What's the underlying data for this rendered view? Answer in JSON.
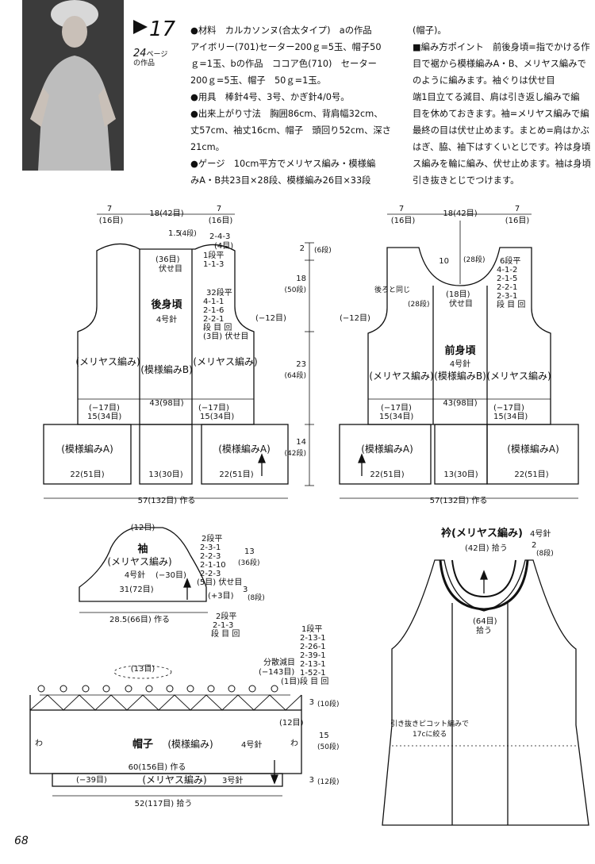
{
  "header": {
    "pattern_number": "17",
    "ref_page": "24",
    "ref_suffix": "ページ",
    "ref_suffix2": "の作品"
  },
  "instructions": [
    "●材料　カルカソンヌ(合太タイプ)　aの作品",
    "アイボリー(701)セーター200ｇ=5玉、帽子50",
    "ｇ=1玉、bの作品　ココア色(710)　セーター",
    "200ｇ=5玉、帽子　50ｇ=1玉。",
    "●用具　棒針4号、3号、かぎ針4/0号。",
    "●出来上がり寸法　胸囲86cm、背肩幅32cm、",
    "丈57cm、袖丈16cm、帽子　頭回り52cm、深さ",
    "21cm。",
    "●ゲージ　10cm平方でメリヤス編み・模様編",
    "みA・B共23目×28段、模様編み26目×33段"
  ],
  "instructions2": [
    "(帽子)。",
    "■編み方ポイント　前後身頃=指でかける作",
    "目で裾から模様編みA・B、メリヤス編みで",
    "のように編みます。袖ぐりは伏せ目",
    "端1目立てる減目、肩は引き返し編みで編",
    "目を休めておきます。袖=メリヤス編みで編",
    "最終の目は伏せ止めます。まとめ=肩はかぶ",
    "はぎ、脇、袖下はすくいとじです。衿は身頃",
    "ス編みを輪に編み、伏せ止めます。袖は身頃",
    "引き抜きとじでつけます。"
  ],
  "back": {
    "title": "後身頃",
    "needle": "4号針",
    "pattern_b": "(模様編みB)",
    "side_left": "(メリヤス編み)",
    "side_right": "(メリヤス編み)",
    "hem_left": "(模様編みA)",
    "hem_right": "(模様編みA)",
    "top_l1": "7",
    "top_l2": "(16目)",
    "top_mid": "18(42目)",
    "top_r1": "7",
    "top_r2": "(16目)",
    "neck_h": "1.5",
    "neck_h2": "(4段)",
    "shoulder1": "2-4-3",
    "shoulder2": "(4目)",
    "neck_a": "1段平",
    "neck_b": "1-1-3",
    "neck_bind1": "(36目)",
    "neck_bind2": "伏せ目",
    "arm1": "32段平",
    "arm2": "4-1-1",
    "arm3": "2-1-6",
    "arm4": "2-2-1",
    "arm5": "段 目 回",
    "arm6": "(3目) 伏せ目",
    "minus12": "(−12目)",
    "chest": "43(98目)",
    "m17l": "(−17目)",
    "m17r": "(−17目)",
    "w15l": "15(34目)",
    "w15r": "15(34目)",
    "hem_w1": "22(51目)",
    "hem_mid": "13(30目)",
    "hem_w2": "22(51目)",
    "total": "57(132目) 作る"
  },
  "vertical": {
    "v1": "2",
    "v1b": "(6段)",
    "v2": "18",
    "v2b": "(50段)",
    "v3": "23",
    "v3b": "(64段)",
    "v4": "14",
    "v4b": "(42段)"
  },
  "front": {
    "title": "前身頃",
    "needle": "4号針",
    "pattern_b": "(模様編みB)",
    "side_left": "(メリヤス編み)",
    "side_right": "(メリヤス編み)",
    "hem_left": "(模様編みA)",
    "hem_right": "(模様編みA)",
    "top_l1": "7",
    "top_l2": "(16目)",
    "top_mid": "18(42目)",
    "top_r1": "7",
    "top_r2": "(16目)",
    "same_as_back": "後ろと同じ",
    "neck_depth": "10",
    "neck_depth2": "(28段)",
    "neck_rows": "(28段)",
    "neck_bind1": "(18目)",
    "neck_bind2": "伏せ目",
    "n1": "6段平",
    "n2": "4-1-2",
    "n3": "2-1-5",
    "n4": "2-2-1",
    "n5": "2-3-1",
    "n6": "段 目 回",
    "minus12": "(−12目)",
    "chest": "43(98目)",
    "m17l": "(−17目)",
    "m17r": "(−17目)",
    "w15l": "15(34目)",
    "w15r": "15(34目)",
    "hem_w1": "22(51目)",
    "hem_mid": "13(30目)",
    "hem_w2": "22(51目)",
    "total": "57(132目) 作る"
  },
  "sleeve": {
    "top": "(12目)",
    "title": "袖",
    "subtitle": "(メリヤス編み)",
    "needle": "4号針",
    "minus30": "(−30目)",
    "width": "31(72目)",
    "plus3": "(+3目)",
    "cast": "28.5(66目) 作る",
    "c1": "2段平",
    "c2": "2-3-1",
    "c3": "2-2-3",
    "c4": "2-1-10",
    "c5": "2-2-3",
    "c6": "(5目) 伏せ目",
    "h1": "13",
    "h1b": "(36段)",
    "h2": "3",
    "h2b": "(8段)",
    "u1": "2段平",
    "u2": "2-1-3",
    "u3": "段 目 回"
  },
  "collar": {
    "title": "衿(メリヤス編み)",
    "needle": "4号針",
    "pickup_top": "(42目) 拾う",
    "rows": "2",
    "rows2": "(8段)",
    "pickup_mid": "(64目)",
    "pickup_mid2": "拾う",
    "picot": "引き抜きピコット編みで",
    "picot2": "17cに絞る"
  },
  "hat": {
    "top_crown": "(13目)",
    "dec1": "1段平",
    "dec2": "2-13-1",
    "dec3": "2-26-1",
    "dec4": "2-39-1",
    "dec5": "2-13-1",
    "dec6": "1-52-1",
    "dec7": "段 目 回",
    "spread": "分散減目",
    "spread2": "(−143目)",
    "spread3": "(1目)",
    "title": "帽子",
    "pattern": "(模様編み)",
    "needle": "4号針",
    "wa_l": "わ",
    "wa_r": "わ",
    "twelve": "(12目)",
    "cast": "60(156目) 作る",
    "minus39": "(−39目)",
    "band": "(メリヤス編み)",
    "band_needle": "3号針",
    "pickup": "52(117目) 拾う",
    "h1": "3",
    "h1b": "(10段)",
    "h2": "15",
    "h2b": "(50段)",
    "h3": "3",
    "h3b": "(12段)"
  },
  "page_number": "68"
}
